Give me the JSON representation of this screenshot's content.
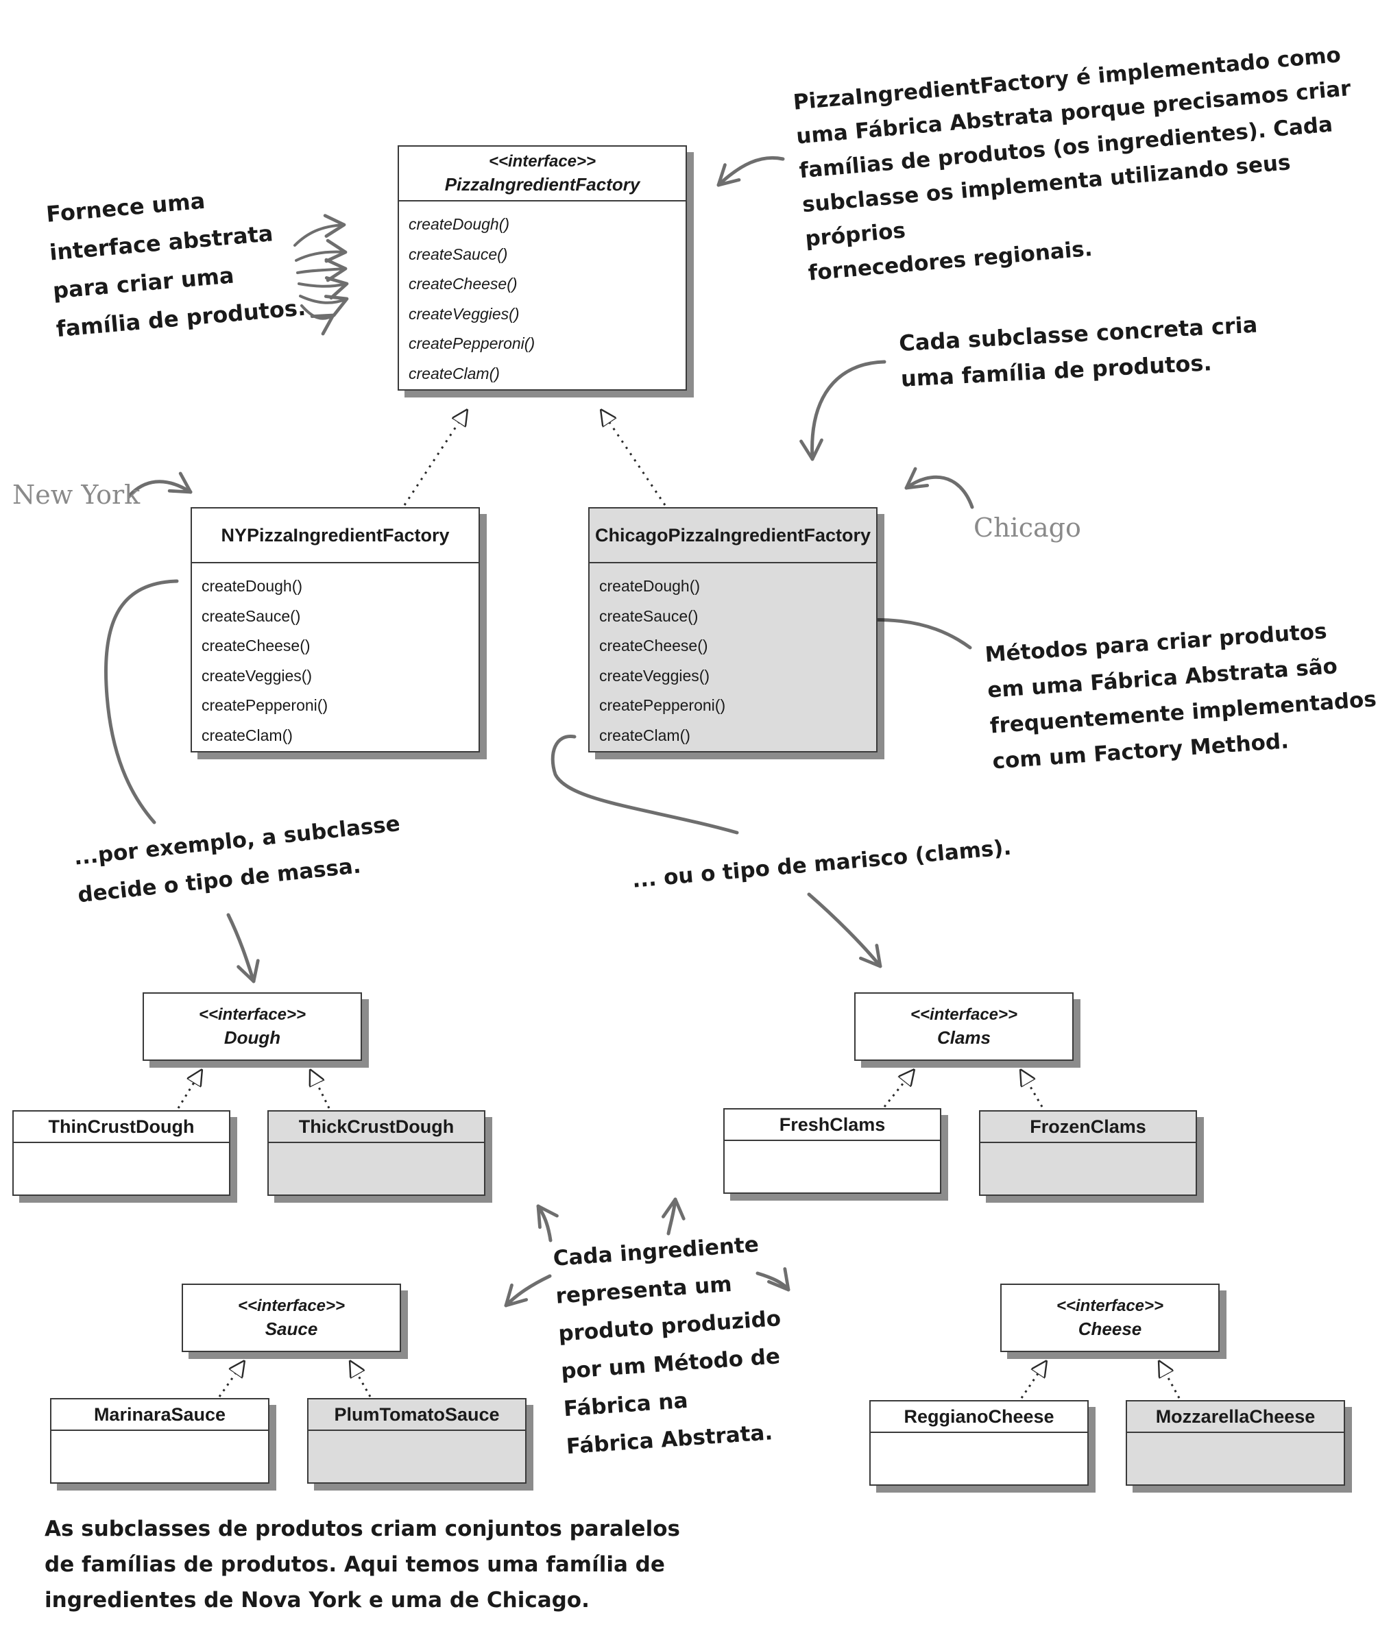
{
  "abstract_factory": {
    "stereotype": "<<interface>>",
    "name": "PizzaIngredientFactory",
    "methods": [
      "createDough()",
      "createSauce()",
      "createCheese()",
      "createVeggies()",
      "createPepperoni()",
      "createClam()"
    ]
  },
  "ny_factory": {
    "name": "NYPizzaIngredientFactory",
    "methods": [
      "createDough()",
      "createSauce()",
      "createCheese()",
      "createVeggies()",
      "createPepperoni()",
      "createClam()"
    ]
  },
  "chicago_factory": {
    "name": "ChicagoPizzaIngredientFactory",
    "methods": [
      "createDough()",
      "createSauce()",
      "createCheese()",
      "createVeggies()",
      "createPepperoni()",
      "createClam()"
    ]
  },
  "products": {
    "dough": {
      "stereotype": "<<interface>>",
      "name": "Dough",
      "impl_ny": "ThinCrustDough",
      "impl_chicago": "ThickCrustDough"
    },
    "clams": {
      "stereotype": "<<interface>>",
      "name": "Clams",
      "impl_ny": "FreshClams",
      "impl_chicago": "FrozenClams"
    },
    "sauce": {
      "stereotype": "<<interface>>",
      "name": "Sauce",
      "impl_ny": "MarinaraSauce",
      "impl_chicago": "PlumTomatoSauce"
    },
    "cheese": {
      "stereotype": "<<interface>>",
      "name": "Cheese",
      "impl_ny": "ReggianoCheese",
      "impl_chicago": "MozzarellaCheese"
    }
  },
  "labels": {
    "new_york": "New York",
    "chicago": "Chicago"
  },
  "notes": {
    "top_right": "PizzaIngredientFactory é implementado como\numa Fábrica Abstrata porque precisamos criar\nfamílias de produtos (os ingredientes). Cada\nsubclasse os implementa utilizando seus próprios\nfornecedores regionais.",
    "top_left": "Fornece uma\ninterface abstrata\npara criar uma\nfamília de produtos.",
    "concrete": "Cada subclasse concreta cria\numa família de produtos.",
    "methods": "Métodos para criar produtos\nem uma Fábrica Abstrata são\nfrequentemente implementados\ncom um Factory Method.",
    "dough_example": "...por exemplo, a subclasse\ndecide o tipo de massa.",
    "clams_example": "... ou o tipo de marisco (clams).",
    "ingredient": "Cada ingrediente\nrepresenta um\nproduto produzido\npor um Método de\nFábrica na\nFábrica Abstrata.",
    "bottom": "As subclasses de produtos criam conjuntos paralelos\nde famílias de produtos. Aqui temos uma família de\ningredientes de Nova York e uma de Chicago."
  },
  "colors": {
    "line": "#3a3a3a",
    "box_fill": "#ffffff",
    "chicago_fill": "#dcdcdc",
    "arrow": "#6e6e6e",
    "tag": "#8a8a8a"
  }
}
